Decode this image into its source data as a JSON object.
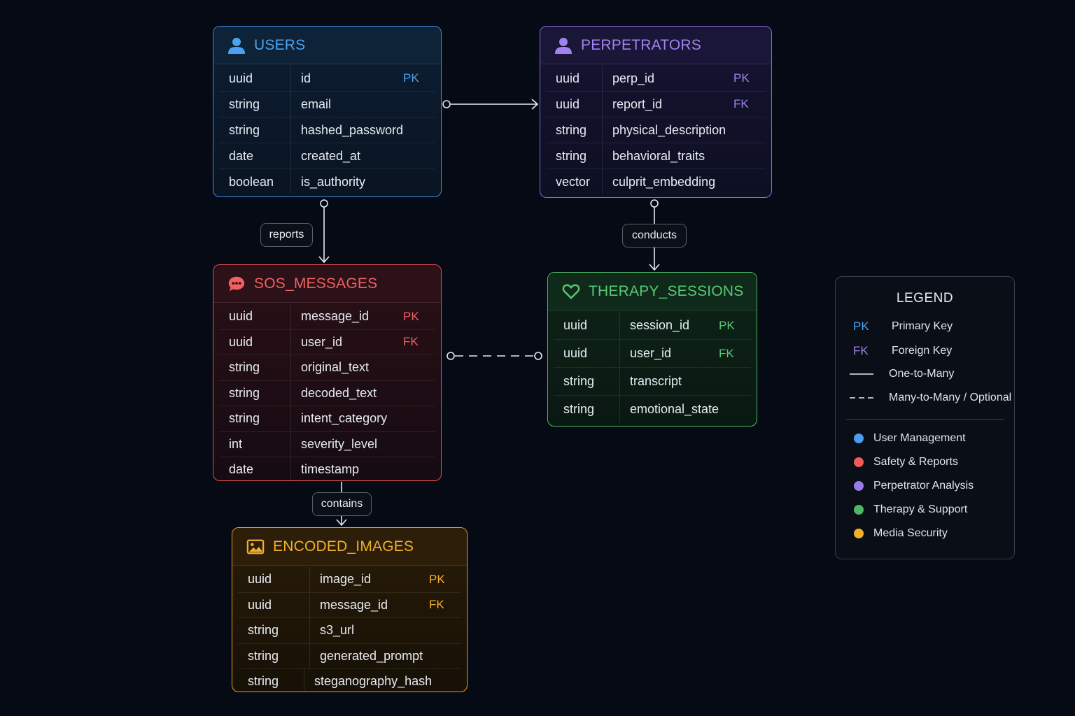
{
  "entities": {
    "users": {
      "title": "USERS",
      "icon": "user-icon",
      "color": "#4aa3f0",
      "rows": [
        {
          "type": "uuid",
          "name": "id",
          "key": "PK"
        },
        {
          "type": "string",
          "name": "email",
          "key": ""
        },
        {
          "type": "string",
          "name": "hashed_password",
          "key": ""
        },
        {
          "type": "date",
          "name": "created_at",
          "key": ""
        },
        {
          "type": "boolean",
          "name": "is_authority",
          "key": ""
        }
      ]
    },
    "perpetrators": {
      "title": "PERPETRATORS",
      "icon": "user-icon",
      "color": "#a282ee",
      "rows": [
        {
          "type": "uuid",
          "name": "perp_id",
          "key": "PK"
        },
        {
          "type": "uuid",
          "name": "report_id",
          "key": "FK"
        },
        {
          "type": "string",
          "name": "physical_description",
          "key": ""
        },
        {
          "type": "string",
          "name": "behavioral_traits",
          "key": ""
        },
        {
          "type": "vector",
          "name": "culprit_embedding",
          "key": ""
        }
      ]
    },
    "sos_messages": {
      "title": "SOS_MESSAGES",
      "icon": "chat-bubble-icon",
      "color": "#f06060",
      "rows": [
        {
          "type": "uuid",
          "name": "message_id",
          "key": "PK"
        },
        {
          "type": "uuid",
          "name": "user_id",
          "key": "FK"
        },
        {
          "type": "string",
          "name": "original_text",
          "key": ""
        },
        {
          "type": "string",
          "name": "decoded_text",
          "key": ""
        },
        {
          "type": "string",
          "name": "intent_category",
          "key": ""
        },
        {
          "type": "int",
          "name": "severity_level",
          "key": ""
        },
        {
          "type": "date",
          "name": "timestamp",
          "key": ""
        }
      ]
    },
    "therapy_sessions": {
      "title": "THERAPY_SESSIONS",
      "icon": "heart-icon",
      "color": "#58c873",
      "rows": [
        {
          "type": "uuid",
          "name": "session_id",
          "key": "PK"
        },
        {
          "type": "uuid",
          "name": "user_id",
          "key": "FK"
        },
        {
          "type": "string",
          "name": "transcript",
          "key": ""
        },
        {
          "type": "string",
          "name": "emotional_state",
          "key": ""
        }
      ]
    },
    "encoded_images": {
      "title": "ENCODED_IMAGES",
      "icon": "image-icon",
      "color": "#f2b02a",
      "rows": [
        {
          "type": "uuid",
          "name": "image_id",
          "key": "PK"
        },
        {
          "type": "uuid",
          "name": "message_id",
          "key": "FK"
        },
        {
          "type": "string",
          "name": "s3_url",
          "key": ""
        },
        {
          "type": "string",
          "name": "generated_prompt",
          "key": ""
        },
        {
          "type": "string",
          "name": "steganography_hash",
          "key": ""
        }
      ]
    }
  },
  "relationships": {
    "reports": "reports",
    "conducts": "conducts",
    "contains": "contains"
  },
  "legend": {
    "title": "LEGEND",
    "pk_abbr": "PK",
    "pk_label": "Primary Key",
    "fk_abbr": "FK",
    "fk_label": "Foreign Key",
    "one_to_many": "One-to-Many",
    "many_to_many": "Many-to-Many / Optional",
    "categories": [
      {
        "label": "User Management",
        "color": "#4a9ef0"
      },
      {
        "label": "Safety & Reports",
        "color": "#f05a5a"
      },
      {
        "label": "Perpetrator Analysis",
        "color": "#9a7ae8"
      },
      {
        "label": "Therapy & Support",
        "color": "#4cb866"
      },
      {
        "label": "Media Security",
        "color": "#f2b02a"
      }
    ]
  }
}
